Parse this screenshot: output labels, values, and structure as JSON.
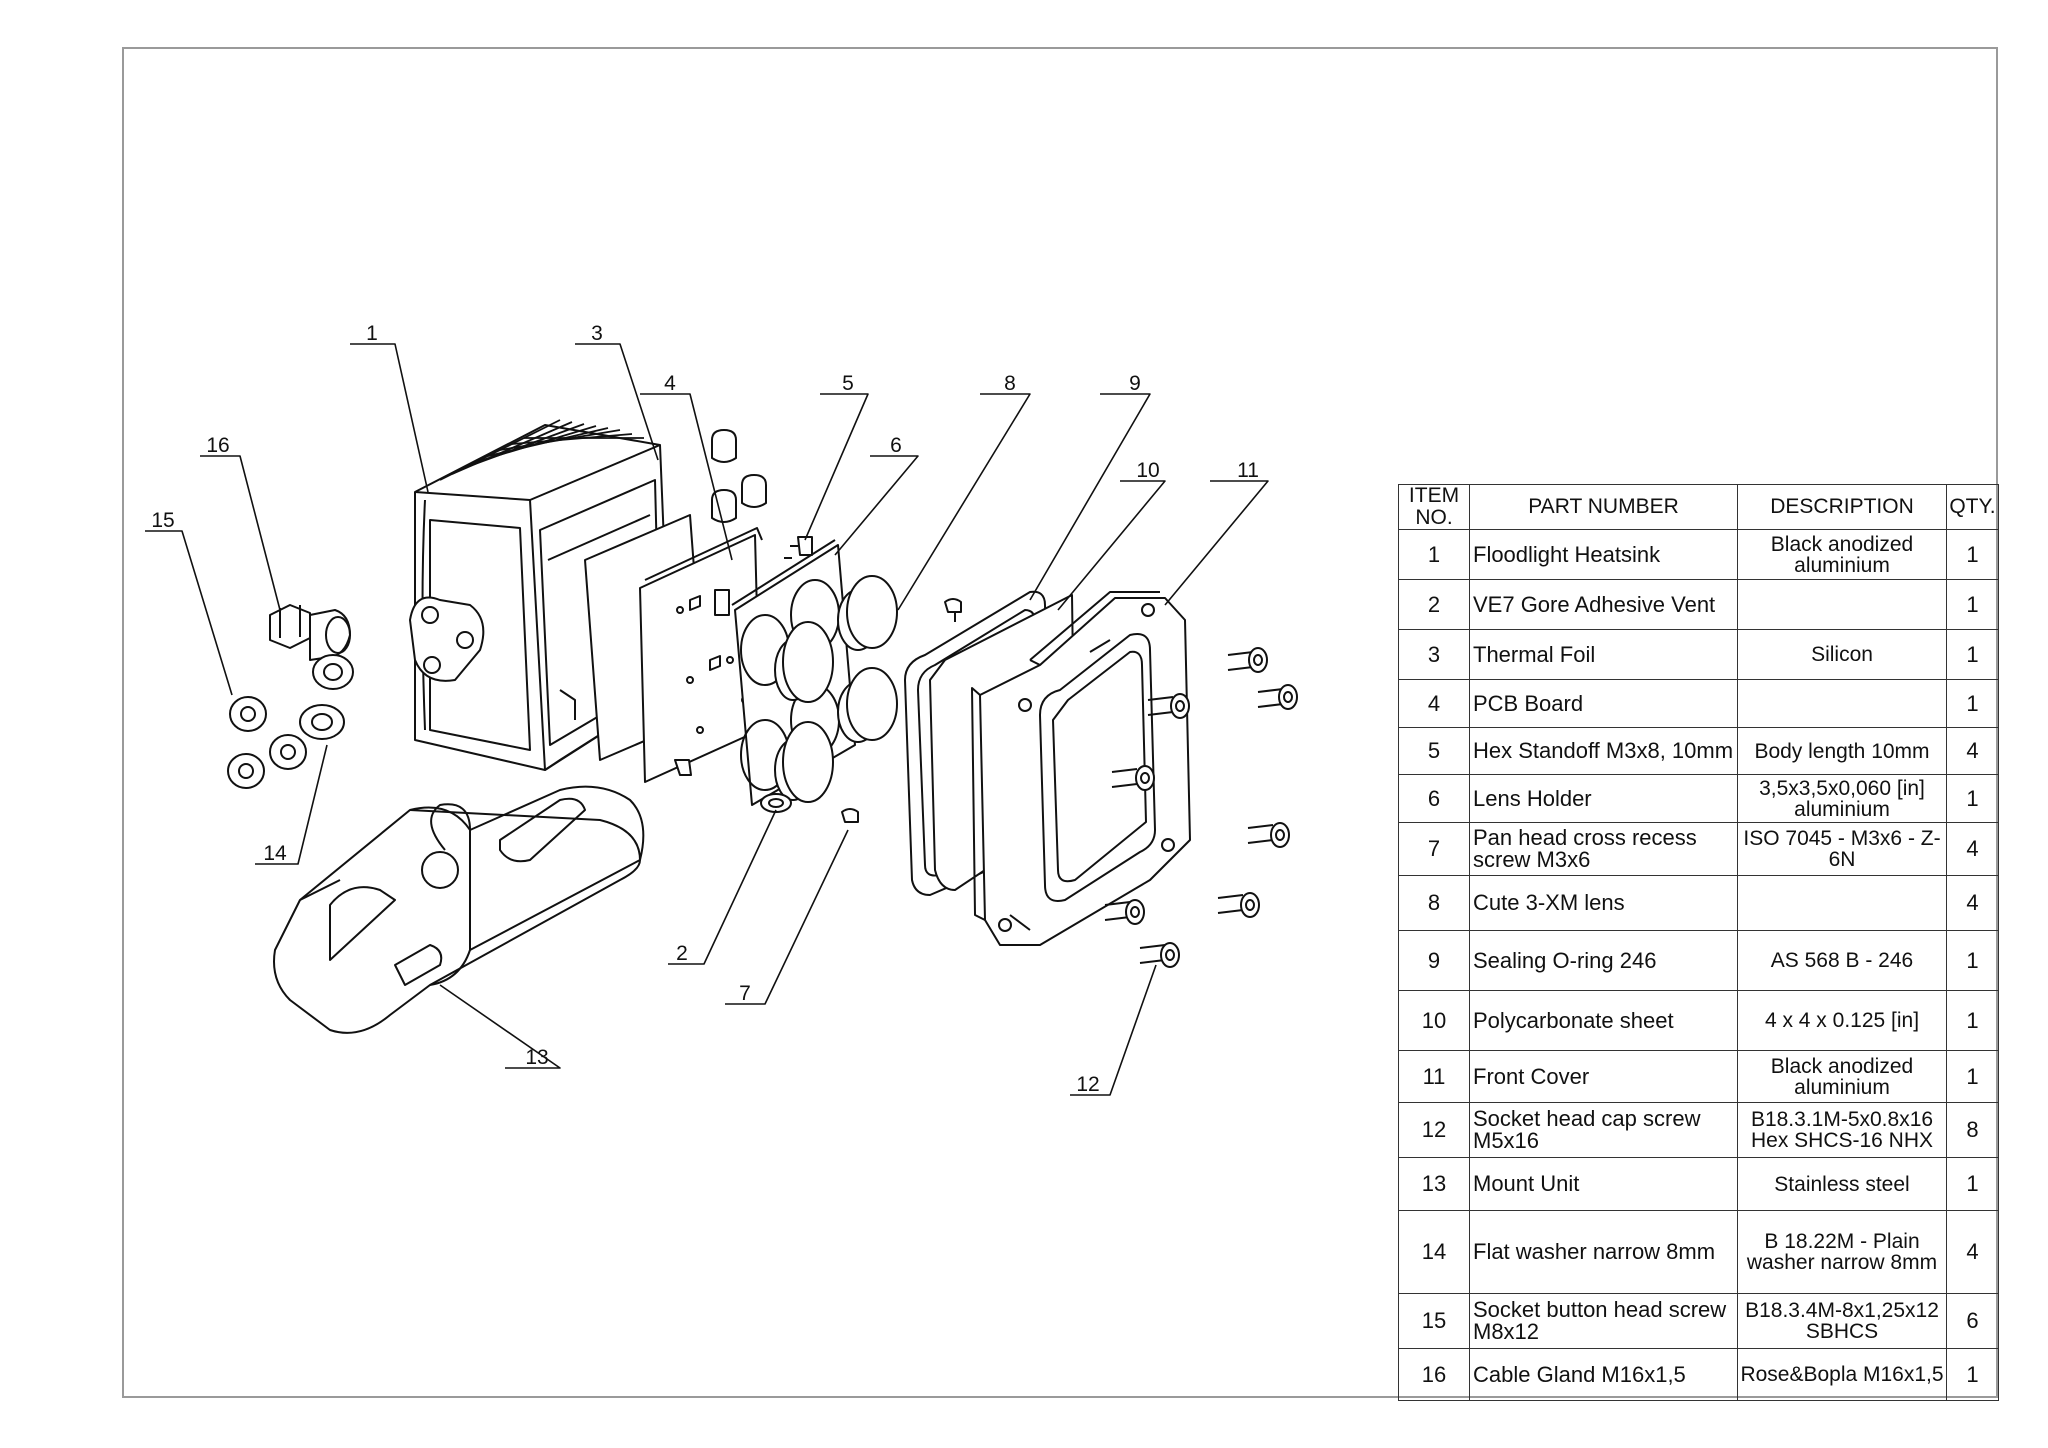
{
  "bom": {
    "headers": {
      "item": "ITEM NO.",
      "part_number": "PART NUMBER",
      "description": "DESCRIPTION",
      "qty": "QTY."
    },
    "rows": [
      {
        "item": "1",
        "part_number": "Floodlight Heatsink",
        "description": "Black anodized aluminium",
        "qty": "1"
      },
      {
        "item": "2",
        "part_number": "VE7 Gore Adhesive Vent",
        "description": "",
        "qty": "1"
      },
      {
        "item": "3",
        "part_number": "Thermal Foil",
        "description": "Silicon",
        "qty": "1"
      },
      {
        "item": "4",
        "part_number": "PCB Board",
        "description": "",
        "qty": "1"
      },
      {
        "item": "5",
        "part_number": "Hex Standoff M3x8, 10mm",
        "description": "Body length 10mm",
        "qty": "4"
      },
      {
        "item": "6",
        "part_number": "Lens Holder",
        "description": "3,5x3,5x0,060 [in] aluminium",
        "qty": "1"
      },
      {
        "item": "7",
        "part_number": "Pan head cross recess screw M3x6",
        "description": "ISO 7045 - M3x6 - Z-6N",
        "qty": "4"
      },
      {
        "item": "8",
        "part_number": "Cute 3-XM lens",
        "description": "",
        "qty": "4"
      },
      {
        "item": "9",
        "part_number": "Sealing O-ring 246",
        "description": "AS 568 B - 246",
        "qty": "1"
      },
      {
        "item": "10",
        "part_number": "Polycarbonate sheet",
        "description": "4 x 4 x 0.125 [in]",
        "qty": "1"
      },
      {
        "item": "11",
        "part_number": "Front Cover",
        "description": "Black anodized aluminium",
        "qty": "1"
      },
      {
        "item": "12",
        "part_number": "Socket head cap screw M5x16",
        "description": "B18.3.1M-5x0.8x16 Hex SHCS-16 NHX",
        "qty": "8"
      },
      {
        "item": "13",
        "part_number": "Mount Unit",
        "description": "Stainless steel",
        "qty": "1"
      },
      {
        "item": "14",
        "part_number": "Flat washer narrow 8mm",
        "description": "B 18.22M - Plain washer narrow 8mm",
        "qty": "4"
      },
      {
        "item": "15",
        "part_number": "Socket button head screw M8x12",
        "description": "B18.3.4M-8x1,25x12 SBHCS",
        "qty": "6"
      },
      {
        "item": "16",
        "part_number": "Cable Gland M16x1,5",
        "description": "Rose&Bopla M16x1,5",
        "qty": "1"
      }
    ]
  },
  "callouts": [
    "1",
    "2",
    "3",
    "4",
    "5",
    "6",
    "7",
    "8",
    "9",
    "10",
    "11",
    "12",
    "13",
    "14",
    "15",
    "16"
  ]
}
